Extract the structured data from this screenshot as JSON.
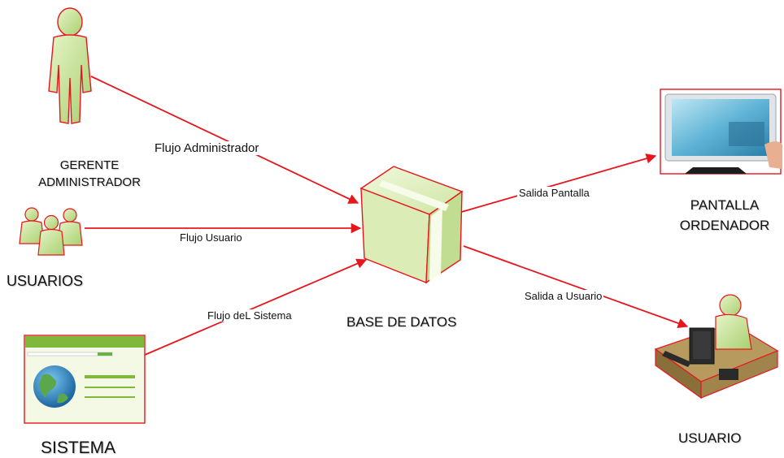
{
  "nodes": {
    "manager": {
      "line1": "GERENTE",
      "line2": "ADMINISTRADOR"
    },
    "users": {
      "label": "USUARIOS"
    },
    "system": {
      "label": "SISTEMA"
    },
    "database": {
      "label": "BASE DE DATOS"
    },
    "screen": {
      "line1": "PANTALLA",
      "line2": "ORDENADOR"
    },
    "user": {
      "label": "USUARIO"
    }
  },
  "edges": {
    "admin_flow": "Flujo Administrador",
    "user_flow": "Flujo Usuario",
    "system_flow": "Flujo deL Sistema",
    "screen_output": "Salida Pantalla",
    "user_output": "Salida a Usuario"
  },
  "colors": {
    "arrow": "#e8161c",
    "figure_fill": "#c9e6a0",
    "figure_outline": "#e8161c",
    "box_fill": "#dcecb6"
  },
  "icons": {
    "manager": "person-icon",
    "users": "group-icon",
    "system": "web-window-icon",
    "database": "box-icon",
    "screen": "monitor-icon",
    "user": "workstation-icon"
  }
}
